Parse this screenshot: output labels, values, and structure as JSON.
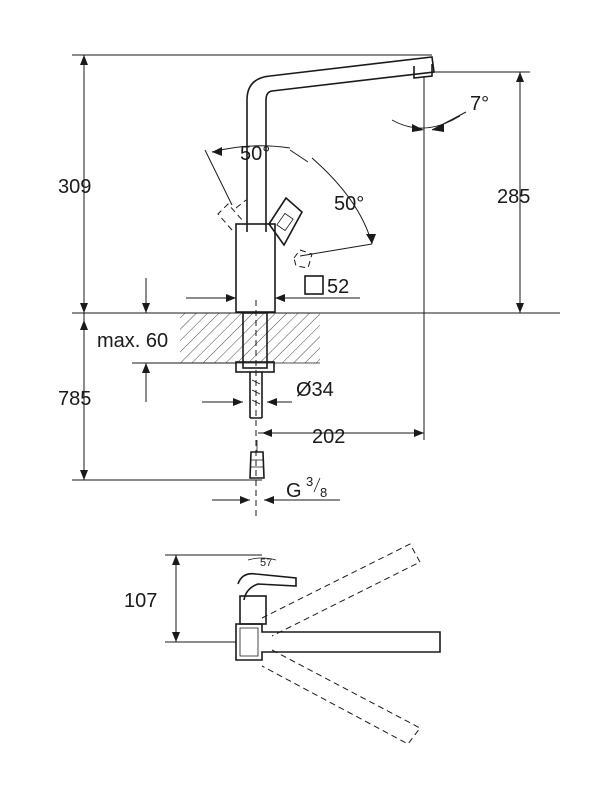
{
  "dimensions": {
    "total_height": "309",
    "spout_height": "285",
    "lever_angle_left": "50°",
    "lever_angle_right": "50°",
    "spout_angle": "7°",
    "base_square": "52",
    "max_deck_thickness": "max. 60",
    "below_deck_length": "785",
    "base_diameter": "Ø34",
    "spout_reach": "202",
    "connection_thread_prefix": "G",
    "connection_thread_num": "3",
    "connection_thread_den": "8",
    "plan_height": "107",
    "plan_angle": "57"
  },
  "colors": {
    "line": "#1a1a1a",
    "background": "#ffffff"
  }
}
